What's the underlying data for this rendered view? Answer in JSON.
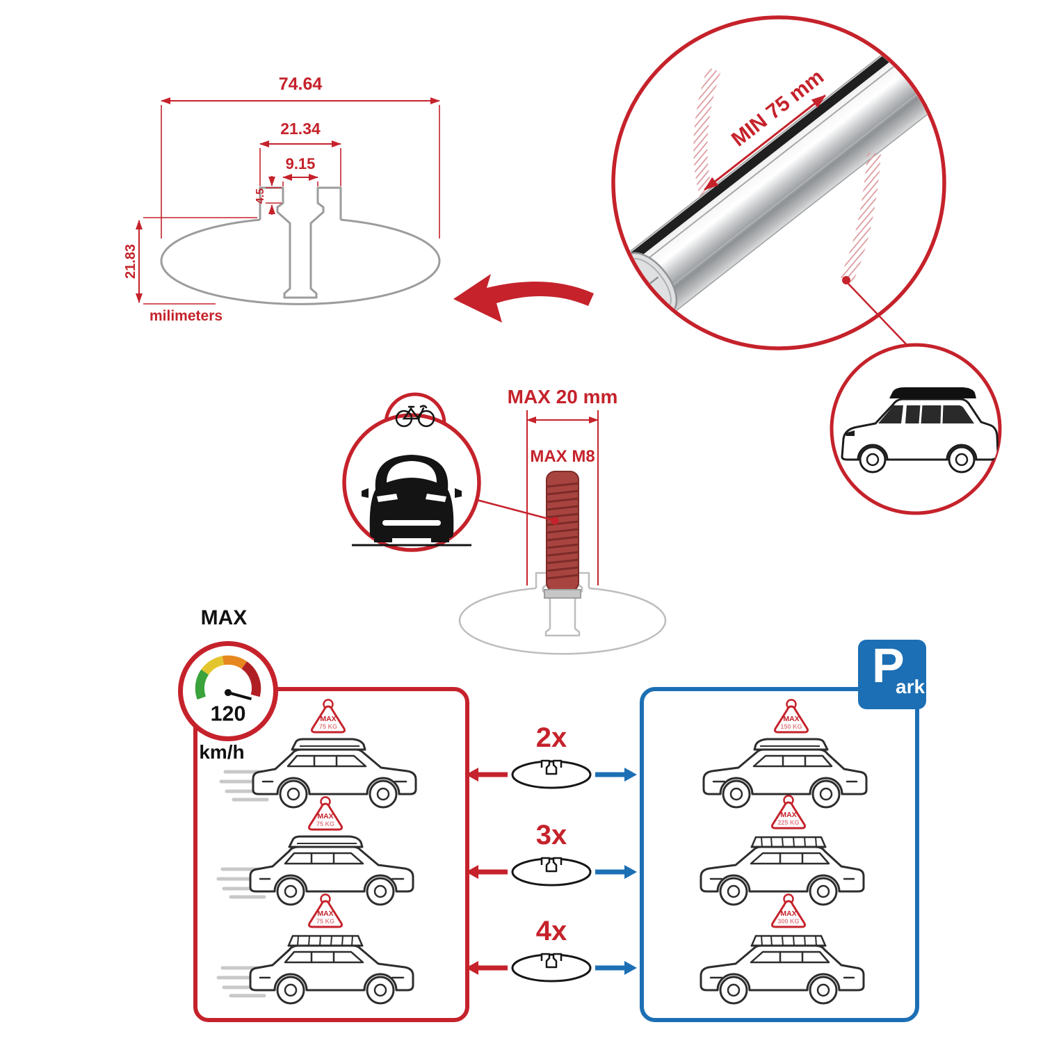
{
  "colors": {
    "red": "#c5222b",
    "blue": "#1c6fb4",
    "profile_gray": "#9c9c9c"
  },
  "tech_drawing": {
    "total_width": "74.64",
    "channel_width": "21.34",
    "slot_width": "9.15",
    "lip_depth": "4.5",
    "total_height": "21.83",
    "units": "milimeters"
  },
  "bar_view": {
    "min_span": "MIN 75 mm"
  },
  "bolt": {
    "max_width": "MAX 20 mm",
    "max_thread": "MAX M8"
  },
  "speed": {
    "label": "MAX",
    "value": "120",
    "unit": "km/h"
  },
  "park": {
    "letter": "P",
    "rest": "ark"
  },
  "counts": [
    {
      "label": "2x"
    },
    {
      "label": "3x"
    },
    {
      "label": "4x"
    }
  ],
  "driving_cars": [
    {
      "badge_label": "MAX",
      "badge_value": "75 KG"
    },
    {
      "badge_label": "MAX",
      "badge_value": "75 KG"
    },
    {
      "badge_label": "MAX",
      "badge_value": "75 KG"
    }
  ],
  "parked_cars": [
    {
      "badge_label": "MAX",
      "badge_value": "150 KG"
    },
    {
      "badge_label": "MAX",
      "badge_value": "225 KG"
    },
    {
      "badge_label": "MAX",
      "badge_value": "300 KG"
    }
  ]
}
